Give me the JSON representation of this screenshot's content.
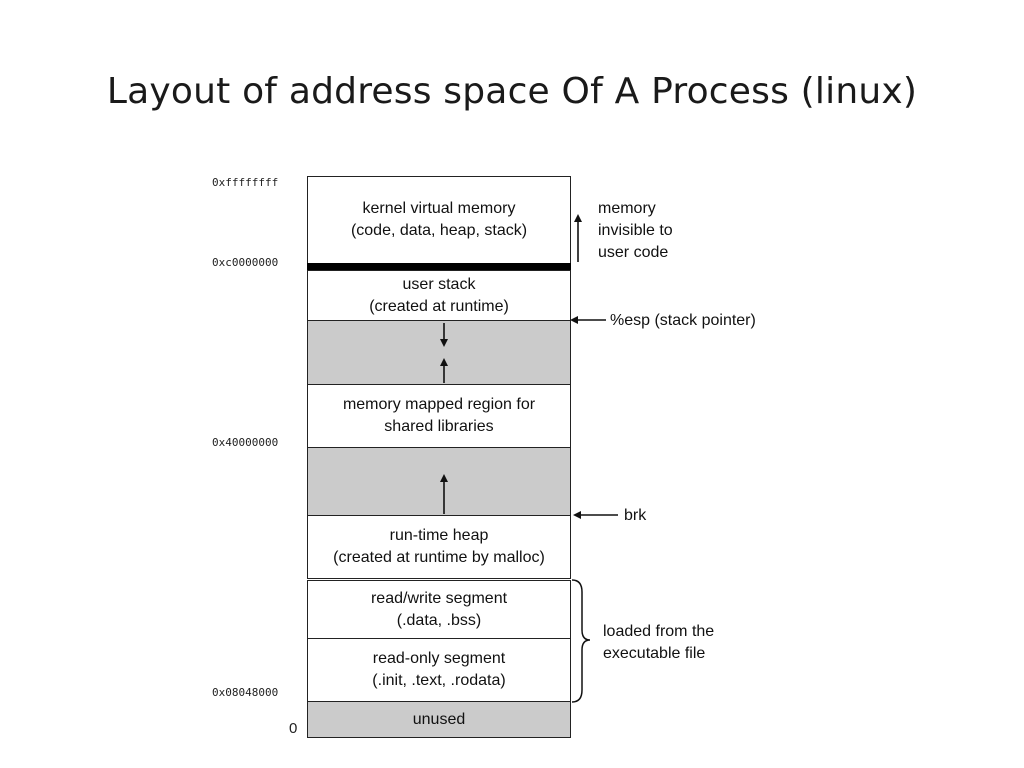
{
  "title": "Layout of address space Of A Process (linux)",
  "addresses": {
    "top": "0xffffffff",
    "kernel_base": "0xc0000000",
    "mmap_base": "0x40000000",
    "exe_base": "0x08048000",
    "zero": "0"
  },
  "segments": {
    "kernel": [
      "kernel virtual memory",
      "(code, data, heap, stack)"
    ],
    "user_stack": [
      "user stack",
      "(created at runtime)"
    ],
    "mmap": [
      "memory mapped region for",
      "shared libraries"
    ],
    "heap": [
      "run-time heap",
      "(created at runtime by malloc)"
    ],
    "rw": [
      "read/write segment",
      "(.data, .bss)"
    ],
    "ro": [
      "read-only segment",
      "(.init, .text, .rodata)"
    ],
    "unused": [
      "unused"
    ]
  },
  "annotations": {
    "kernel_note": [
      "memory",
      "invisible to",
      "user code"
    ],
    "esp": "%esp (stack pointer)",
    "brk": "brk",
    "loaded": [
      "loaded from the",
      "executable file"
    ]
  },
  "colors": {
    "gap_fill": "#cbcbcb",
    "border": "#222222",
    "divider": "#000000"
  }
}
